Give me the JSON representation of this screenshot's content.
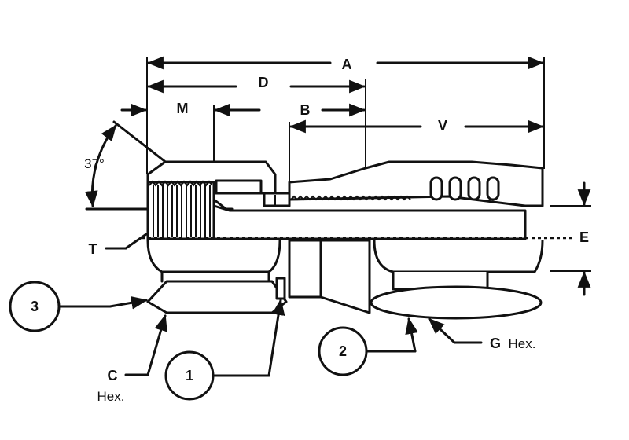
{
  "dimensions": {
    "A": "A",
    "D": "D",
    "M": "M",
    "B": "B",
    "V": "V",
    "E": "E",
    "T": "T",
    "angle": "37°"
  },
  "callouts": {
    "c_label": "C",
    "c_hex": "Hex.",
    "g_label": "G",
    "g_hex": "Hex.",
    "bubble_1": "1",
    "bubble_2": "2",
    "bubble_3": "3"
  }
}
